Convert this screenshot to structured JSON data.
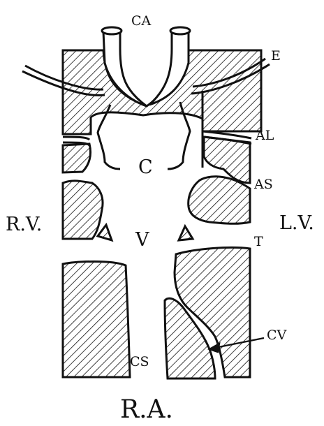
{
  "labels": {
    "ca": "CA",
    "e": "E",
    "al": "AL",
    "as": "AS",
    "t": "T",
    "cv": "CV",
    "cs": "CS",
    "c": "C",
    "v": "V",
    "rv": "R.V.",
    "lv": "L.V.",
    "ra": "R.A."
  },
  "colors": {
    "ink": "#111111",
    "paper": "#ffffff"
  }
}
